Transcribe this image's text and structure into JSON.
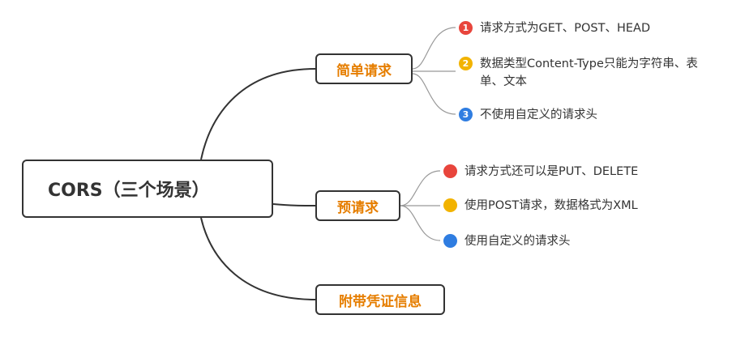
{
  "root": {
    "label": "CORS（三个场景）"
  },
  "colors": {
    "red": "#e8453c",
    "yellow": "#f2b300",
    "blue": "#2f7de1",
    "branch_text": "#e67e00",
    "line": "#333333"
  },
  "branches": [
    {
      "label": "简单请求",
      "items": [
        {
          "marker": "1",
          "icon": "number-1-badge",
          "text": "请求方式为GET、POST、HEAD"
        },
        {
          "marker": "2",
          "icon": "number-2-badge",
          "text": "数据类型Content-Type只能为字符串、表单、文本"
        },
        {
          "marker": "3",
          "icon": "number-3-badge",
          "text": "不使用自定义的请求头"
        }
      ]
    },
    {
      "label": "预请求",
      "items": [
        {
          "icon": "red-dot",
          "text": "请求方式还可以是PUT、DELETE"
        },
        {
          "icon": "yellow-dot",
          "text": "使用POST请求，数据格式为XML"
        },
        {
          "icon": "blue-dot",
          "text": "使用自定义的请求头"
        }
      ]
    },
    {
      "label": "附带凭证信息",
      "items": []
    }
  ]
}
